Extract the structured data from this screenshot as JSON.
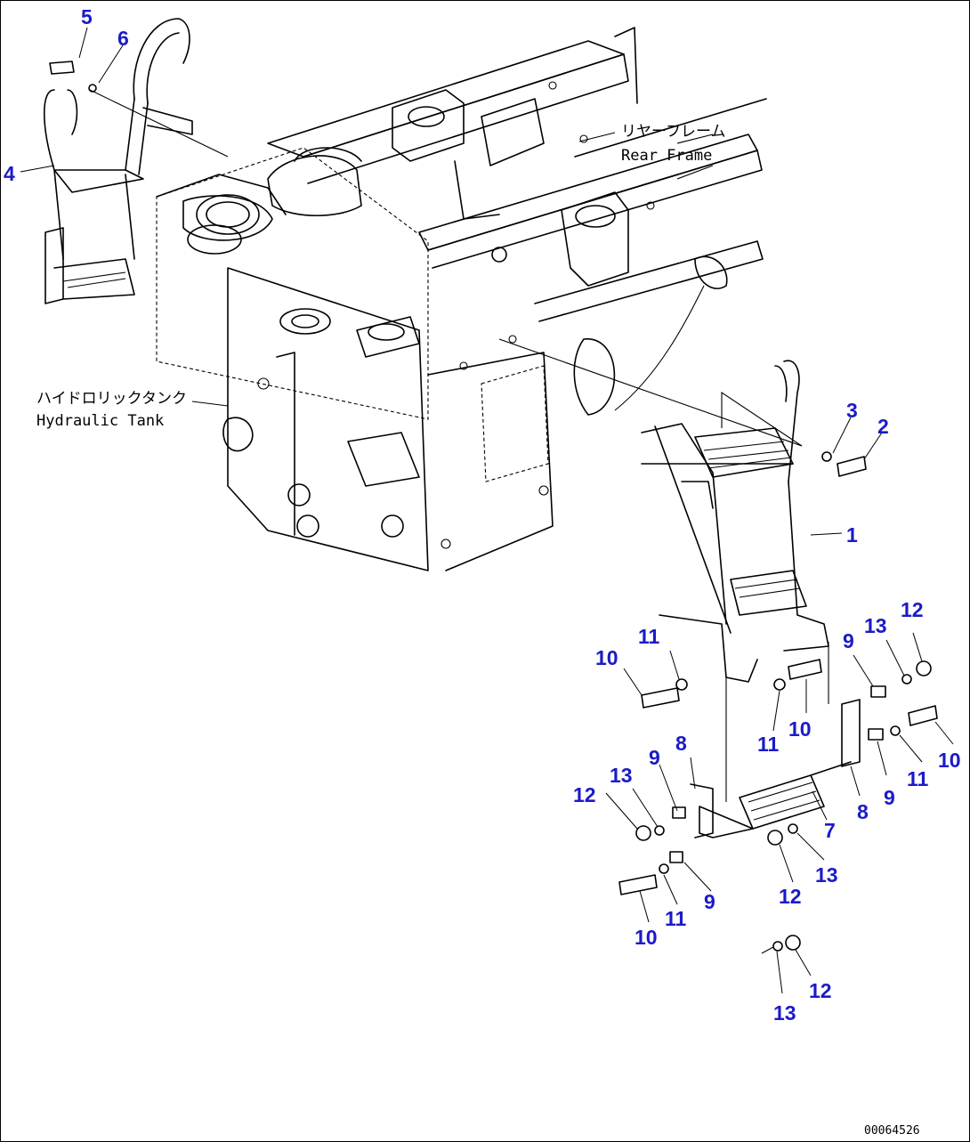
{
  "diagram": {
    "labels": {
      "rear_frame_ja": "リヤーフレーム",
      "rear_frame_en": "Rear Frame",
      "hydraulic_tank_ja": "ハイドロリックタンク",
      "hydraulic_tank_en": "Hydraulic Tank"
    },
    "drawing_code": "00064526",
    "callouts": {
      "c1": "1",
      "c2": "2",
      "c3": "3",
      "c4": "4",
      "c5": "5",
      "c6": "6",
      "c7": "7",
      "c8a": "8",
      "c8b": "8",
      "c9a": "9",
      "c9b": "9",
      "c9c": "9",
      "c9d": "9",
      "c10a": "10",
      "c10b": "10",
      "c10c": "10",
      "c10d": "10",
      "c11a": "11",
      "c11b": "11",
      "c11c": "11",
      "c11d": "11",
      "c12a": "12",
      "c12b": "12",
      "c12c": "12",
      "c12d": "12",
      "c13a": "13",
      "c13b": "13",
      "c13c": "13",
      "c13d": "13"
    },
    "colors": {
      "callout": "#1b1bc8",
      "line": "#000000",
      "background": "#ffffff"
    }
  }
}
